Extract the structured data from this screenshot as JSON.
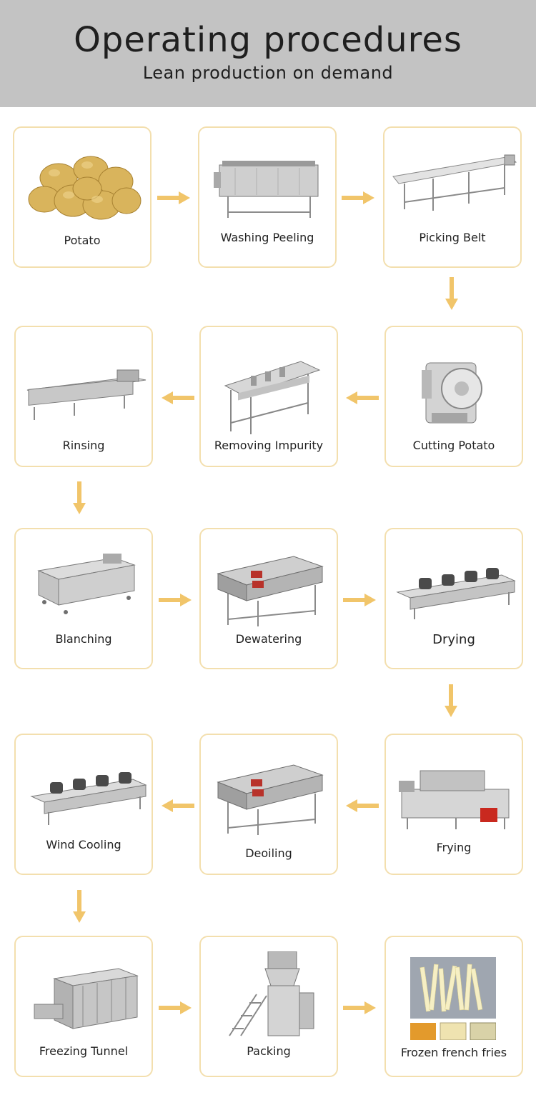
{
  "header": {
    "title": "Operating procedures",
    "subtitle": "Lean production on demand"
  },
  "colors": {
    "header_bg": "#c3c3c3",
    "card_border": "#f3dfae",
    "arrow": "#f1c56a"
  },
  "steps": [
    {
      "label": "Potato",
      "icon": "potato-icon"
    },
    {
      "label": "Washing Peeling",
      "icon": "washing-peeling-machine-icon"
    },
    {
      "label": "Picking Belt",
      "icon": "picking-belt-icon"
    },
    {
      "label": "Cutting Potato",
      "icon": "cutting-machine-icon"
    },
    {
      "label": "Removing Impurity",
      "icon": "impurity-removal-machine-icon"
    },
    {
      "label": "Rinsing",
      "icon": "rinsing-machine-icon"
    },
    {
      "label": "Blanching",
      "icon": "blanching-machine-icon"
    },
    {
      "label": "Dewatering",
      "icon": "dewatering-machine-icon"
    },
    {
      "label": "Drying",
      "icon": "drying-machine-icon"
    },
    {
      "label": "Frying",
      "icon": "fryer-icon"
    },
    {
      "label": "Deoiling",
      "icon": "deoiling-machine-icon"
    },
    {
      "label": "Wind Cooling",
      "icon": "wind-cooling-machine-icon"
    },
    {
      "label": "Freezing Tunnel",
      "icon": "freezing-tunnel-icon"
    },
    {
      "label": "Packing",
      "icon": "packing-machine-icon"
    },
    {
      "label": "Frozen french fries",
      "icon": "french-fries-icon"
    }
  ]
}
